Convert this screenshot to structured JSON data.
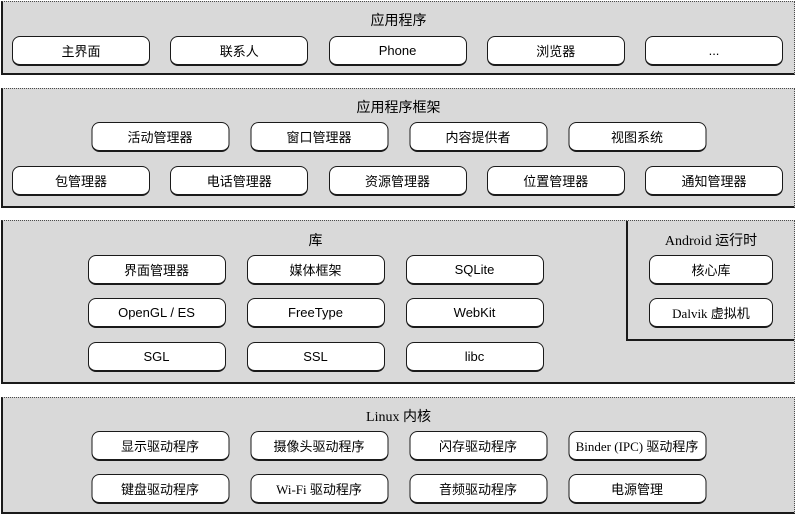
{
  "colors": {
    "section_bg": "#d9d9d9",
    "box_bg": "#ffffff",
    "border": "#1a1a1a"
  },
  "applications": {
    "title": "应用程序",
    "boxes": [
      "主界面",
      "联系人",
      "Phone",
      "浏览器",
      "..."
    ]
  },
  "framework": {
    "title": "应用程序框架",
    "row1": [
      "活动管理器",
      "窗口管理器",
      "内容提供者",
      "视图系统"
    ],
    "row2": [
      "包管理器",
      "电话管理器",
      "资源管理器",
      "位置管理器",
      "通知管理器"
    ]
  },
  "libraries": {
    "title": "库",
    "row1": [
      "界面管理器",
      "媒体框架",
      "SQLite"
    ],
    "row2": [
      "OpenGL / ES",
      "FreeType",
      "WebKit"
    ],
    "row3": [
      "SGL",
      "SSL",
      "libc"
    ]
  },
  "runtime": {
    "title": "Android 运行时",
    "boxes": [
      "核心库",
      "Dalvik 虚拟机"
    ]
  },
  "kernel": {
    "title": "Linux 内核",
    "row1": [
      "显示驱动程序",
      "摄像头驱动程序",
      "闪存驱动程序",
      "Binder (IPC) 驱动程序"
    ],
    "row2": [
      "键盘驱动程序",
      "Wi-Fi 驱动程序",
      "音频驱动程序",
      "电源管理"
    ]
  }
}
